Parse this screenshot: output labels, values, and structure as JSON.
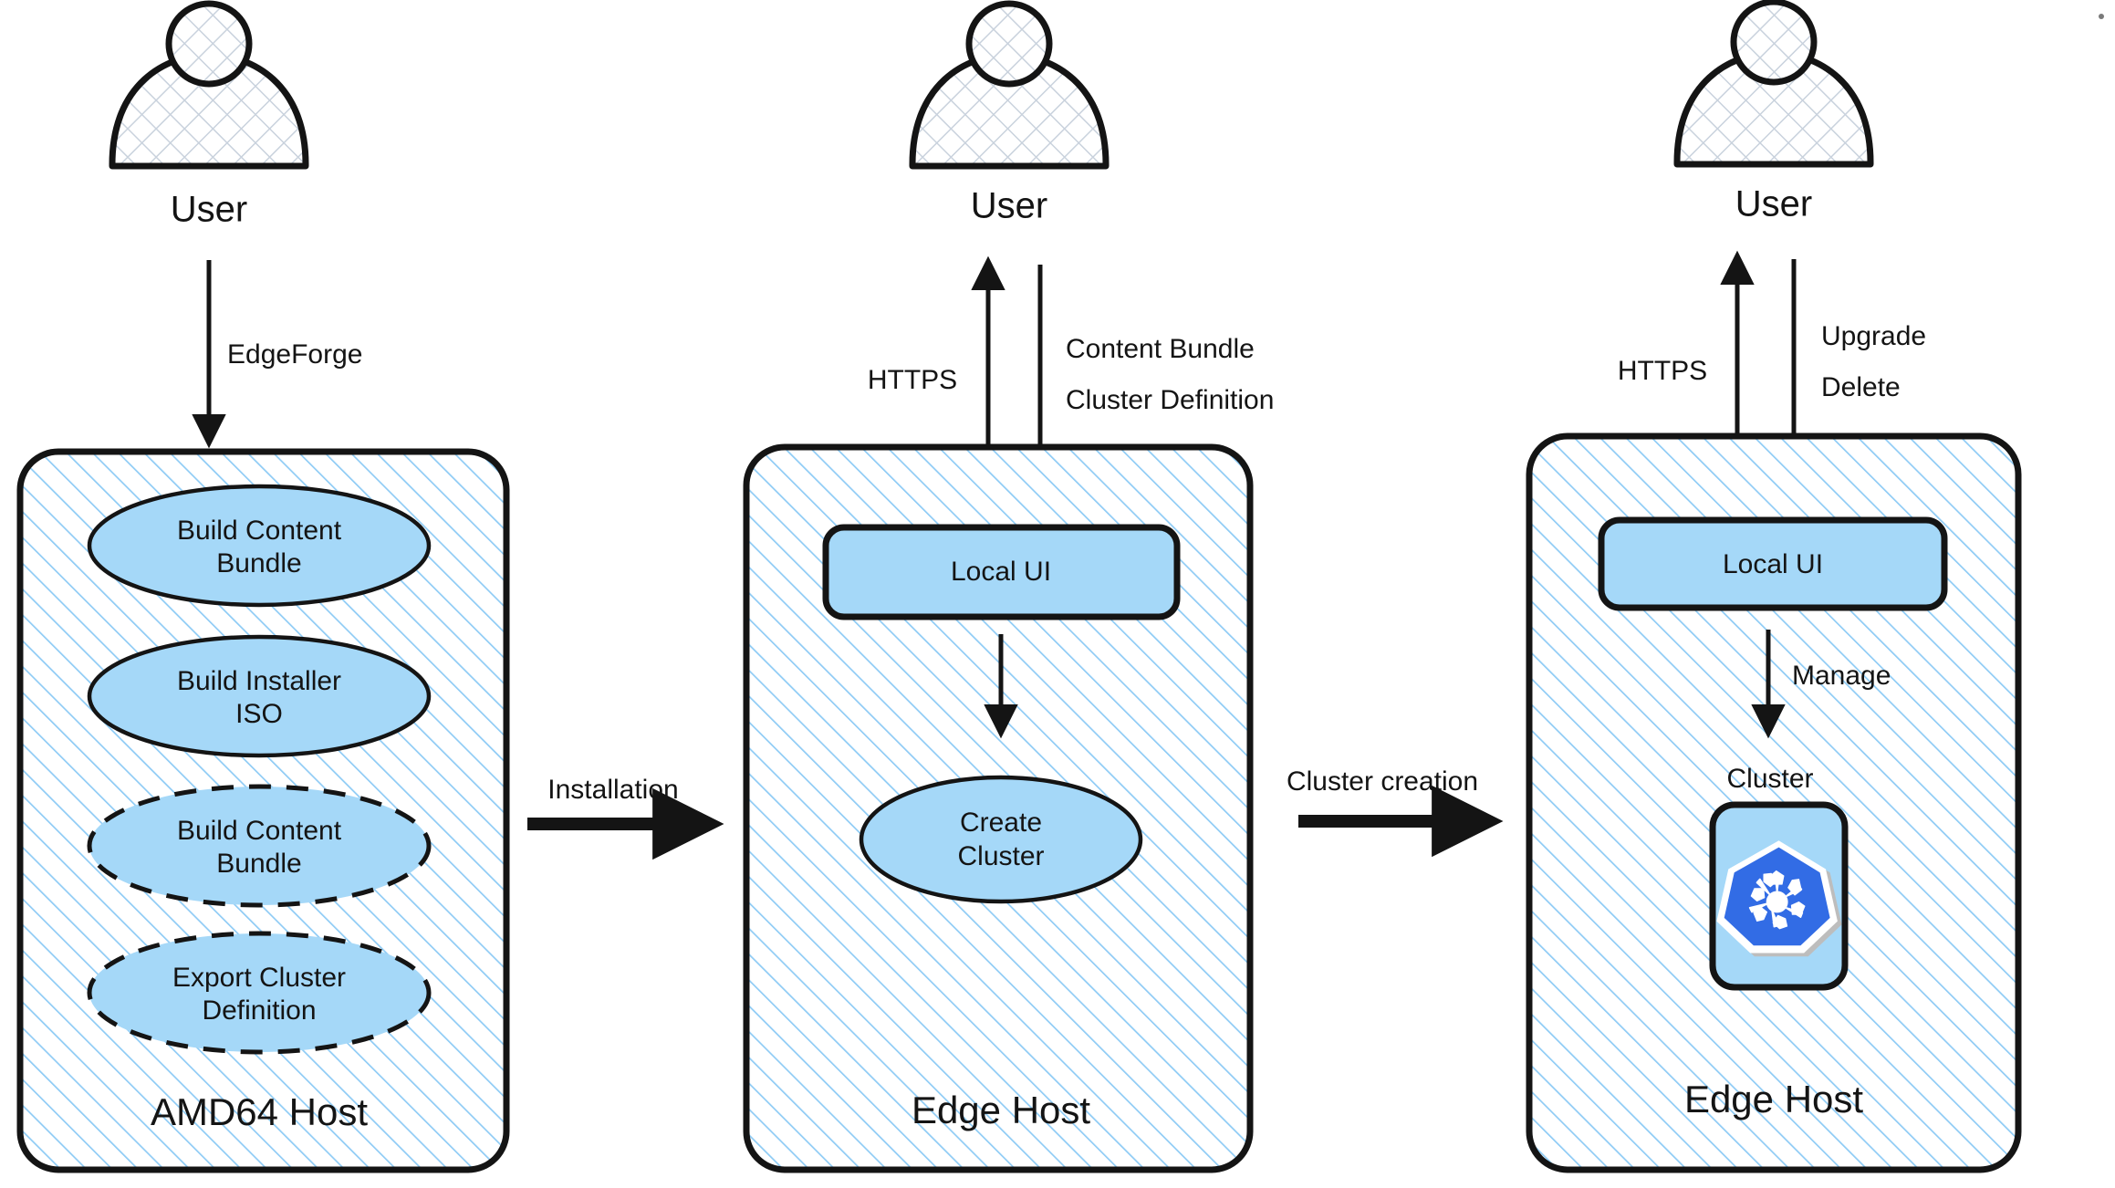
{
  "diagram": {
    "title": "EdgeForge to Edge Host cluster lifecycle flow",
    "colors": {
      "stroke": "#141414",
      "node_fill": "#A5D8F8",
      "hatch_blue": "#8ECBF5",
      "actor_hatch": "#C9D2DD",
      "k8s_blue": "#326CE5",
      "k8s_outline": "#FFFFFF",
      "k8s_shadow": "#BDBDBD",
      "background": "#FFFFFF"
    },
    "stages": [
      {
        "id": "stage-1",
        "actor": {
          "label": "User",
          "icon": "user-actor-icon"
        },
        "actor_edge": {
          "label": "EdgeForge",
          "direction": "down"
        },
        "container": {
          "label": "AMD64 Host",
          "nodes": [
            {
              "id": "build-content-bundle-1",
              "shape": "ellipse",
              "border": "solid",
              "lines": [
                "Build Content",
                "Bundle"
              ]
            },
            {
              "id": "build-installer-iso",
              "shape": "ellipse",
              "border": "solid",
              "lines": [
                "Build Installer",
                "ISO"
              ]
            },
            {
              "id": "build-content-bundle-2",
              "shape": "ellipse",
              "border": "dashed",
              "lines": [
                "Build Content",
                "Bundle"
              ]
            },
            {
              "id": "export-cluster-definition",
              "shape": "ellipse",
              "border": "dashed",
              "lines": [
                "Export Cluster",
                "Definition"
              ]
            }
          ]
        }
      },
      {
        "id": "stage-2",
        "actor": {
          "label": "User",
          "icon": "user-actor-icon"
        },
        "actor_edges": [
          {
            "id": "https-up-1",
            "label": "HTTPS",
            "direction": "up"
          },
          {
            "id": "content-bundle-down",
            "labels": [
              "Content Bundle",
              "Cluster Definition"
            ],
            "direction": "down"
          }
        ],
        "container": {
          "label": "Edge Host",
          "nodes": [
            {
              "id": "local-ui-1",
              "shape": "rounded-rect",
              "border": "solid",
              "lines": [
                "Local UI"
              ]
            },
            {
              "id": "create-cluster",
              "shape": "ellipse",
              "border": "solid",
              "lines": [
                "Create",
                "Cluster"
              ]
            }
          ],
          "internal_edge": {
            "label": "",
            "direction": "down"
          }
        }
      },
      {
        "id": "stage-3",
        "actor": {
          "label": "User",
          "icon": "user-actor-icon"
        },
        "actor_edges": [
          {
            "id": "https-up-2",
            "label": "HTTPS",
            "direction": "up"
          },
          {
            "id": "upgrade-delete-down",
            "labels": [
              "Upgrade",
              "Delete"
            ],
            "direction": "down"
          }
        ],
        "container": {
          "label": "Edge Host",
          "nodes": [
            {
              "id": "local-ui-2",
              "shape": "rounded-rect",
              "border": "solid",
              "lines": [
                "Local UI"
              ]
            },
            {
              "id": "cluster-node",
              "shape": "rounded-rect",
              "border": "solid",
              "caption": "Cluster",
              "icon": "kubernetes-icon"
            }
          ],
          "internal_edge": {
            "label": "Manage",
            "direction": "down"
          }
        }
      }
    ],
    "connectors": [
      {
        "id": "installation-connector",
        "label": "Installation",
        "direction": "right"
      },
      {
        "id": "cluster-creation-connector",
        "label": "Cluster creation",
        "direction": "right"
      }
    ]
  }
}
